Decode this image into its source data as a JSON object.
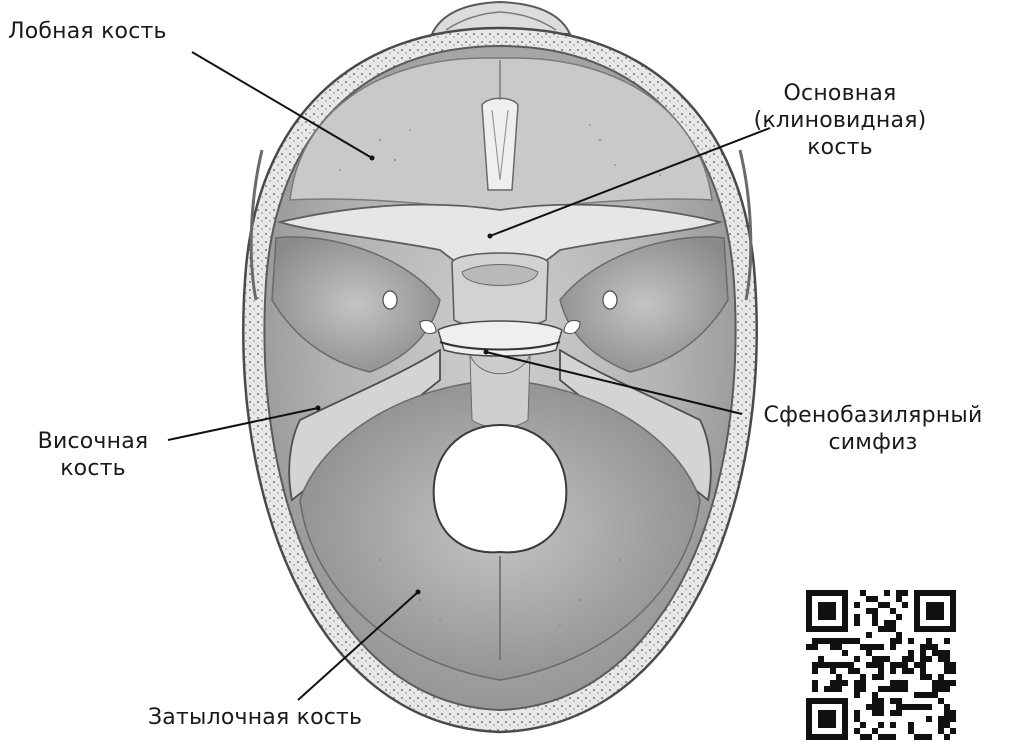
{
  "colors": {
    "background": "#ffffff",
    "bone_light": "#d6d6d6",
    "bone_mid": "#a8a8a8",
    "bone_dark": "#6f6f6f",
    "leader_line": "#111111",
    "label_text": "#1a1a1a"
  },
  "labels": {
    "frontal_bone": "Лобная кость",
    "sphenoid_bone": [
      "Основная",
      "(клиновидная)",
      "кость"
    ],
    "temporal_bone": [
      "Височная",
      "кость"
    ],
    "spheno_basilar_symphysis": [
      "Сфенобазилярный",
      "симфиз"
    ],
    "occipital_bone": "Затылочная кость"
  },
  "icons": {
    "qr_code": "qr-code-icon"
  }
}
